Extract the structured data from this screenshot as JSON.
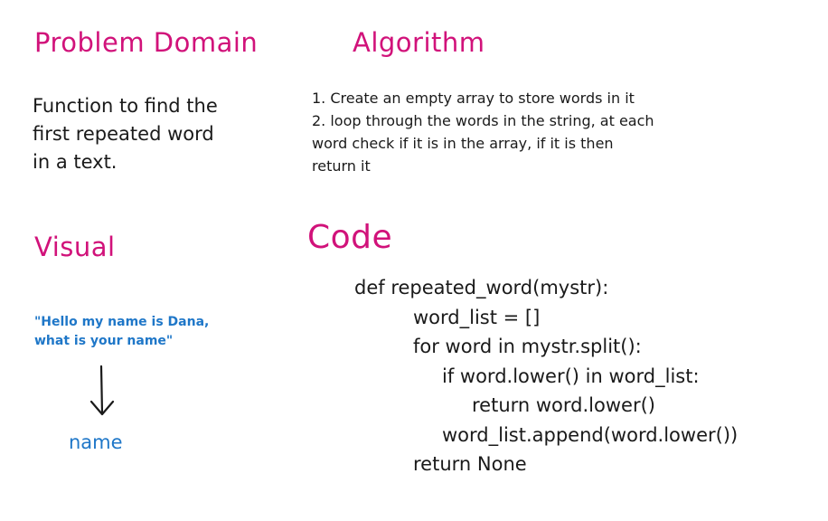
{
  "headings": {
    "problem_domain": "Problem Domain",
    "algorithm": "Algorithm",
    "visual": "Visual",
    "code": "Code"
  },
  "problem_domain": {
    "lines": [
      "Function to find the",
      "first repeated word",
      "in a text."
    ]
  },
  "algorithm": {
    "lines": [
      "1. Create an empty array to store words in it",
      "2. loop through the words in the string, at each",
      "word check if it is in the array, if it is then",
      "return it"
    ]
  },
  "visual": {
    "input_lines": [
      "\"Hello my name is Dana,",
      "what is your name\""
    ],
    "arrow_icon": "arrow-down-icon",
    "output": "name"
  },
  "code": {
    "lines": [
      "def repeated_word(mystr):",
      "word_list = []",
      "for word in mystr.split():",
      "if word.lower() in word_list:",
      "return word.lower()",
      "word_list.append(word.lower())",
      "return None"
    ]
  },
  "colors": {
    "heading": "#d1127a",
    "visual_text": "#1f77c8",
    "body_text": "#1a1a1a",
    "background": "#ffffff"
  }
}
